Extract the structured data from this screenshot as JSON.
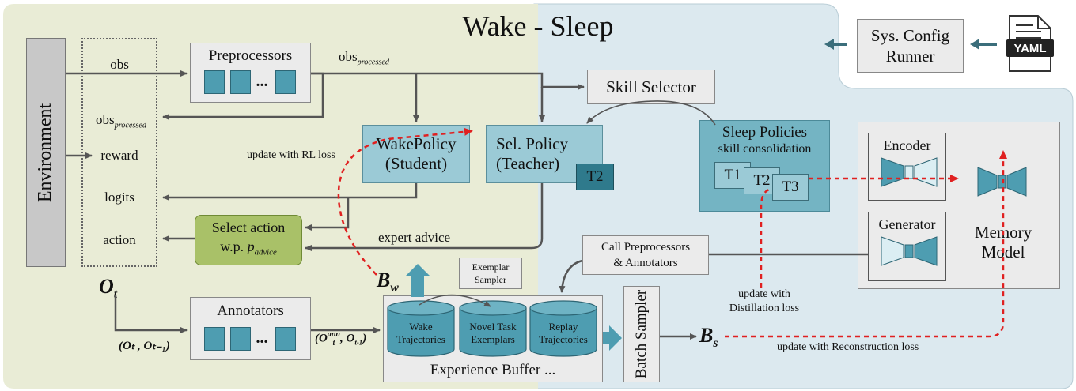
{
  "title": "Wake - Sleep",
  "config": {
    "runner_line1": "Sys. Config",
    "runner_line2": "Runner",
    "yaml": "YAML"
  },
  "environment": "Environment",
  "io": {
    "obs": "obs",
    "obs_processed_base": "obs",
    "obs_processed_sub": "processed",
    "reward": "reward",
    "logits": "logits",
    "action": "action",
    "o_t_base": "O",
    "o_t_sub": "t"
  },
  "preprocessors": {
    "title": "Preprocessors",
    "dots": "..."
  },
  "top_obs_processed": {
    "base": "obs",
    "sub": "processed"
  },
  "skill_selector": "Skill Selector",
  "wake_policy": {
    "line1": "WakePolicy",
    "line2": "(Student)"
  },
  "sel_policy": {
    "line1": "Sel. Policy",
    "line2": "(Teacher)",
    "tag": "T2"
  },
  "sleep_policies": {
    "title": "Sleep Policies",
    "subtitle": "skill consolidation",
    "t1": "T1",
    "t2": "T2",
    "t3": "T3"
  },
  "memory": {
    "encoder": "Encoder",
    "generator": "Generator",
    "model_line1": "Memory",
    "model_line2": "Model"
  },
  "select_action": {
    "line1": "Select action",
    "line2_prefix": "w.p. ",
    "line2_p": "p",
    "line2_sub": "advice"
  },
  "edge_labels": {
    "rl_loss": "update with RL loss",
    "expert_advice": "expert advice",
    "distill_line1": "update with",
    "distill_line2": "Distillation loss",
    "recon": "update with Reconstruction loss"
  },
  "call_preprocessors": {
    "line1": "Call Preprocessors",
    "line2": "& Annotators"
  },
  "exemplar_sampler": {
    "line1": "Exemplar",
    "line2": "Sampler"
  },
  "annotators": {
    "title": "Annotators",
    "dots": "..."
  },
  "tuple_left": "(Oₜ , Oₜ₋₁)",
  "tuple_right": {
    "o": "O",
    "sup": "ann",
    "sub": "t",
    "rest": ", O",
    "rest_sub": "t-1",
    "open": "(",
    "close": ")"
  },
  "b_w": {
    "base": "B",
    "sub": "w"
  },
  "b_s": {
    "base": "B",
    "sub": "s"
  },
  "buffer": {
    "label": "Experience Buffer ...",
    "wake": {
      "line1": "Wake",
      "line2": "Trajectories"
    },
    "novel": {
      "line1": "Novel Task",
      "line2": "Exemplars"
    },
    "replay": {
      "line1": "Replay",
      "line2": "Trajectories"
    }
  },
  "batch_sampler": "Batch Sampler",
  "colors": {
    "wake_bg": "#e9ecd6",
    "sleep_bg": "#dce9ef",
    "box_gray": "#ebebeb",
    "policy_blue": "#9bcad6",
    "teacher_tag": "#2f7a8c",
    "sleep_box": "#74b4c3",
    "square": "#4e9db1",
    "green_box": "#a9c168",
    "red_dash": "#e02020",
    "arrow": "#555555"
  }
}
